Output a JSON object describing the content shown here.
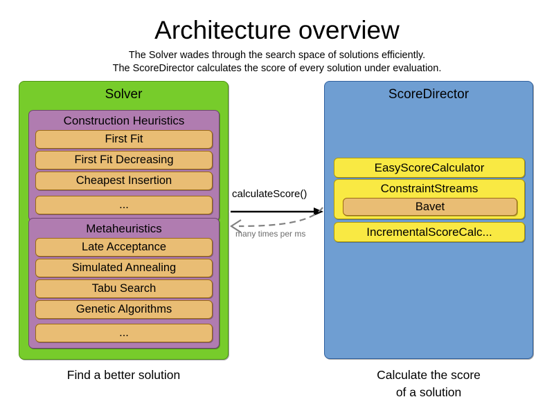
{
  "header": {
    "title": "Architecture overview",
    "subtitle_line1": "The Solver wades through the search space of solutions efficiently.",
    "subtitle_line2": "The ScoreDirector calculates the score of every solution under evaluation."
  },
  "solver": {
    "title": "Solver",
    "caption": "Find a better solution",
    "groups": [
      {
        "title": "Construction Heuristics",
        "items": [
          "First Fit",
          "First Fit Decreasing",
          "Cheapest Insertion",
          "..."
        ]
      },
      {
        "title": "Metaheuristics",
        "items": [
          "Late Acceptance",
          "Simulated Annealing",
          "Tabu Search",
          "Genetic Algorithms",
          "..."
        ]
      }
    ]
  },
  "score_director": {
    "title": "ScoreDirector",
    "caption_line1": "Calculate the score",
    "caption_line2": "of a solution",
    "easy_score_calculator": "EasyScoreCalculator",
    "constraint_streams": "ConstraintStreams",
    "bavet": "Bavet",
    "incremental_score_calculator": "IncrementalScoreCalc..."
  },
  "arrows": {
    "forward_label": "calculateScore()",
    "return_label": "many times per ms"
  },
  "colors": {
    "solver_green": "#77cc2b",
    "solver_green_border": "#4f9414",
    "score_director_blue": "#6f9ed2",
    "score_director_blue_border": "#2e5f9e",
    "group_purple": "#b07cb0",
    "group_purple_border": "#6e4570",
    "item_orange": "#e9bd74",
    "item_orange_border": "#9b6a13",
    "yellow": "#f9e943",
    "yellow_border": "#b09a09",
    "arrow_solid": "#000000",
    "arrow_dashed": "#808080",
    "text": "#000000"
  }
}
